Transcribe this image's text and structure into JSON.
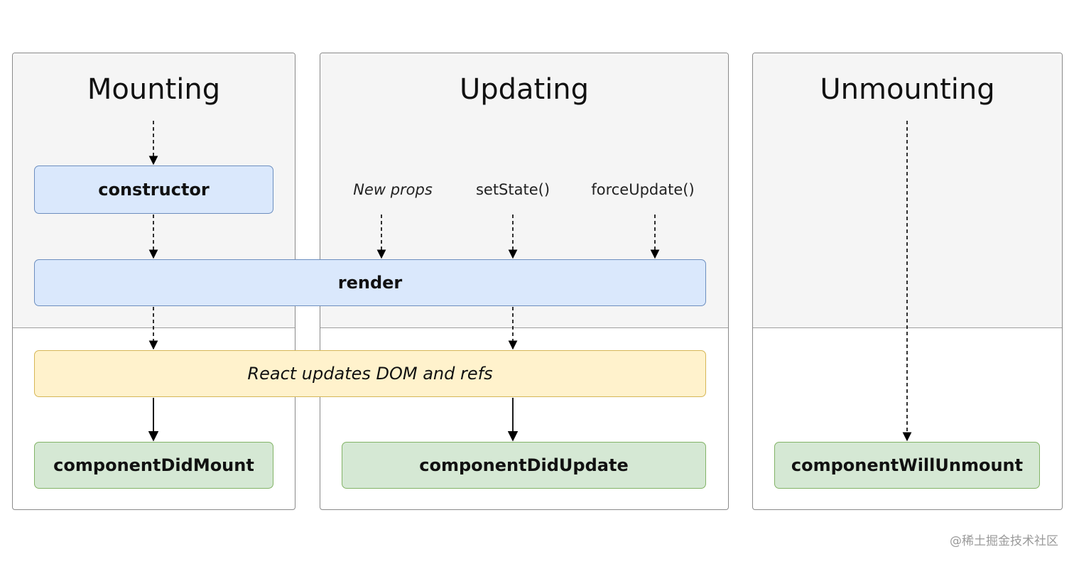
{
  "phases": {
    "mounting": "Mounting",
    "updating": "Updating",
    "unmounting": "Unmounting"
  },
  "methods": {
    "constructor": "constructor",
    "render": "render",
    "react_updates": "React updates DOM and refs",
    "did_mount": "componentDidMount",
    "did_update": "componentDidUpdate",
    "will_unmount": "componentWillUnmount"
  },
  "triggers": {
    "new_props": "New props",
    "set_state": "setState()",
    "force_update": "forceUpdate()"
  },
  "watermark": "@稀土掘金技术社区",
  "colors": {
    "blue_fill": "#dae8fc",
    "blue_stroke": "#6c8ebf",
    "yellow_fill": "#fff2cc",
    "yellow_stroke": "#d6b656",
    "green_fill": "#d5e8d4",
    "green_stroke": "#82b366",
    "panel_shade": "#f5f5f5"
  }
}
